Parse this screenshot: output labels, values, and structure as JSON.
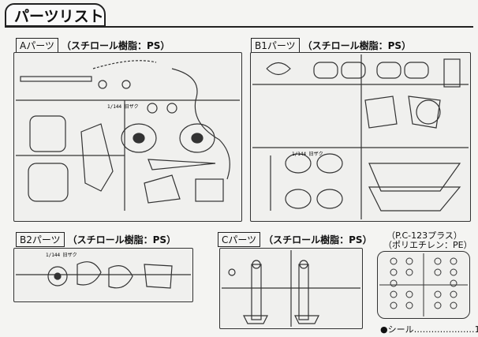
{
  "page": {
    "title": "パーツリスト",
    "seal_label": "●シール…………………1"
  },
  "sections": {
    "a": {
      "code": "Aパーツ",
      "material": "（スチロール樹脂：PS）",
      "stamp": "1/144 旧ザク"
    },
    "b1": {
      "code": "B1パーツ",
      "material": "（スチロール樹脂：PS）",
      "stamp": "1/144 旧ザク"
    },
    "b2": {
      "code": "B2パーツ",
      "material": "（スチロール樹脂：PS）",
      "stamp": "1/144 旧ザク"
    },
    "c": {
      "code": "Cパーツ",
      "material": "（スチロール樹脂：PS）"
    },
    "pe": {
      "line1": "（P.C-123プラス）",
      "line2": "（ポリエチレン：PE）"
    }
  }
}
